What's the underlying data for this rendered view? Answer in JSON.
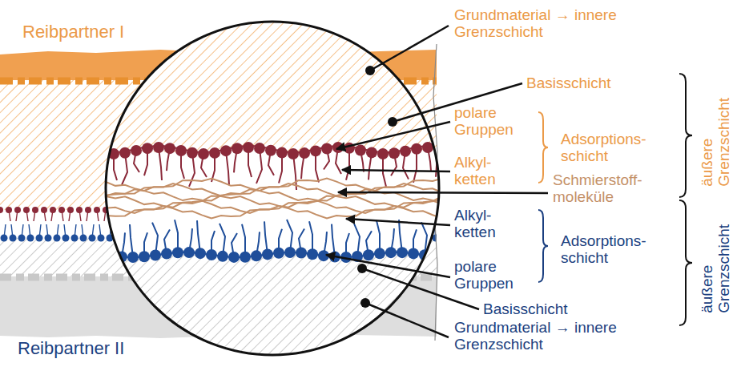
{
  "diagram": {
    "labels": [
      "Reibpartner I",
      "Grundmaterial → innere Grenzschicht",
      "Basisschicht",
      "polare Gruppen",
      "Adsorptions- schicht",
      "Alkyl- ketten",
      "Schmierstoff- moleküle",
      "äußere Grenzschicht",
      "Alkyl- ketten",
      "Adsorptions- schicht",
      "polare Gruppen",
      "Basisschicht",
      "äußere Grenzschicht",
      "Reibpartner II",
      "Grundmaterial → innere Grenzschicht"
    ]
  }
}
